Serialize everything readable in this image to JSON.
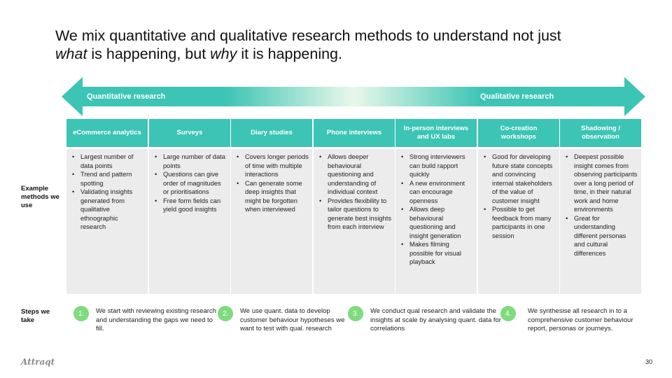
{
  "title": {
    "part1": "We mix quantitative and qualitative research methods to understand not just",
    "what": "what",
    "part2": " is happening, but ",
    "why": "why",
    "part3": " it is happening."
  },
  "arrow": {
    "left_label": "Quantitative research",
    "right_label": "Qualitative research",
    "color_teal": "#3cc4b4",
    "color_green": "#7edb7e"
  },
  "row_labels": {
    "methods": "Example methods we use",
    "steps": "Steps we take"
  },
  "columns": [
    {
      "header": "eCommerce analytics",
      "bullets": [
        "Largest number of data points",
        "Trend and pattern spotting",
        "Validating insights generated from qualitative ethnographic research"
      ]
    },
    {
      "header": "Surveys",
      "bullets": [
        "Large number of data points",
        "Questions can give order of magnitudes or prioritisations",
        "Free form fields can yield good insights"
      ]
    },
    {
      "header": "Diary studies",
      "bullets": [
        "Covers longer periods of time with multiple interactions",
        "Can generate some deep insights that might be forgotten when interviewed"
      ]
    },
    {
      "header": "Phone interviews",
      "bullets": [
        "Allows deeper behavioural questioning and understanding of individual context",
        "Provides flexibility to tailor questions to generate best insights from each interview"
      ]
    },
    {
      "header": "In-person interviews and UX labs",
      "bullets": [
        "Strong interviewers can build rapport quickly",
        "A new environment can encourage openness",
        "Allows deep behavioural questioning and insight generation",
        "Makes filming possible for visual playback"
      ]
    },
    {
      "header": "Co-creation workshops",
      "bullets": [
        "Good for developing future state concepts and convincing internal stakeholders of the value of customer insight",
        "Possible to get feedback from many participants in one session"
      ]
    },
    {
      "header": "Shadowing / observation",
      "bullets": [
        "Deepest possible insight comes from observing participants over a long period of time, in their natural work and home environments",
        "Great for understanding different personas and cultural differences"
      ]
    }
  ],
  "steps": [
    {
      "num": "1.",
      "text": "We start with reviewing existing research and understanding the gaps we need to fill."
    },
    {
      "num": "2.",
      "text": "We use quant. data to develop customer behaviour hypotheses we want to test with qual. research"
    },
    {
      "num": "3.",
      "text": "We conduct qual research and validate the insights at scale by analysing quant. data for correlations"
    },
    {
      "num": "4.",
      "text": "We synthesise all research in to a comprehensive customer behaviour report, personas or journeys."
    }
  ],
  "footer": {
    "logo": "Attraqt",
    "page_number": "30"
  }
}
